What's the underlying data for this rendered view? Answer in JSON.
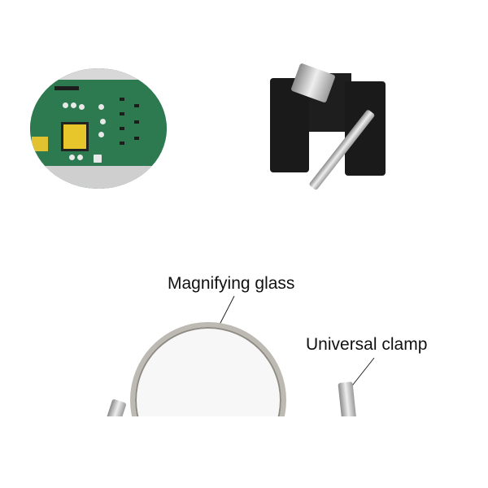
{
  "images": {
    "circuit_board": {
      "icon": "circuit-board-image"
    },
    "base_clip": {
      "icon": "alligator-clip-base-image"
    },
    "magnifier": {
      "icon": "magnifying-glass-image"
    }
  },
  "labels": {
    "magnifying_glass": "Magnifying glass",
    "universal_clamp": "Universal clamp"
  },
  "colors": {
    "background": "#ffffff",
    "pcb_green": "#2e7a50",
    "base_black": "#1a1a1a",
    "metal": "#bdbab4",
    "text": "#111111"
  }
}
